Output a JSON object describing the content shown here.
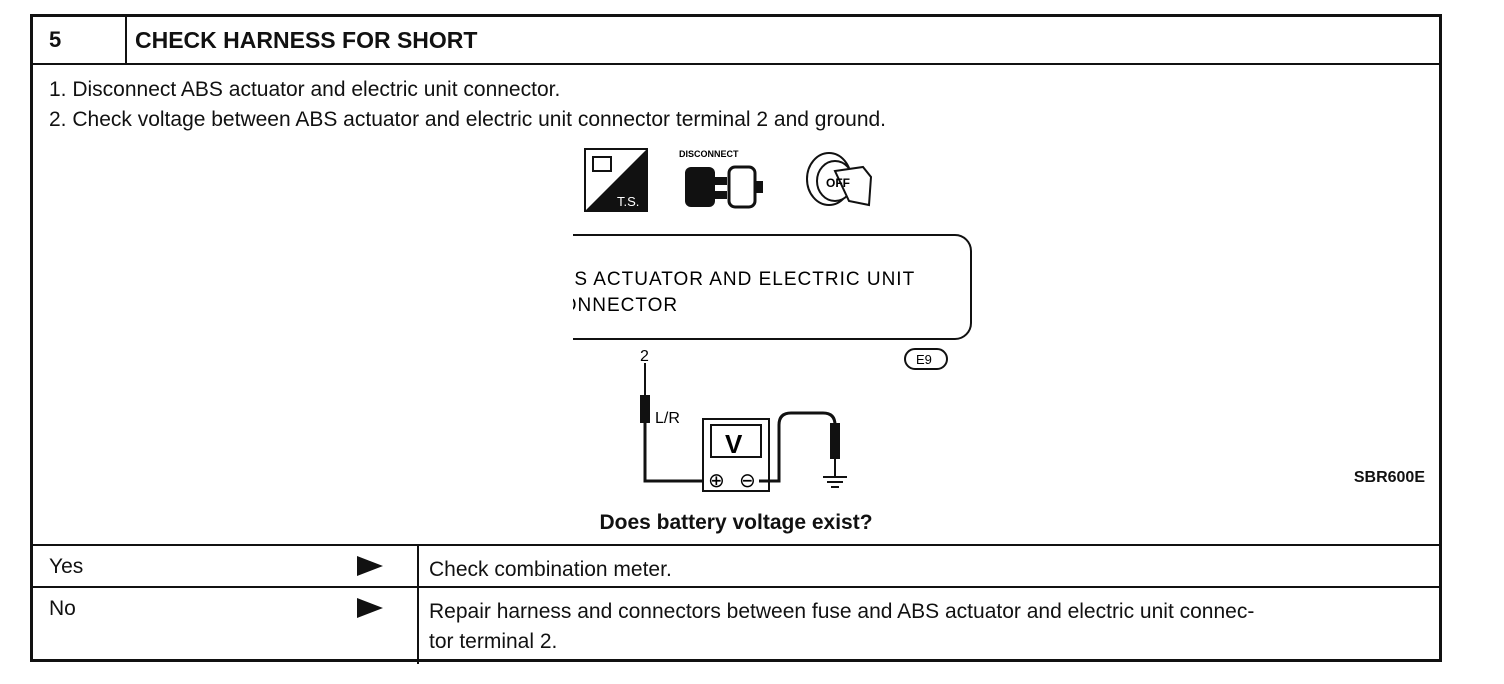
{
  "header": {
    "step": "5",
    "title": "CHECK HARNESS FOR SHORT"
  },
  "instructions": [
    "1.  Disconnect ABS actuator and electric unit connector.",
    "2.  Check voltage between ABS actuator and electric unit connector terminal 2 and ground."
  ],
  "diagram": {
    "icons": [
      "tool-tester-icon",
      "disconnect-connector-icon",
      "ignition-off-icon"
    ],
    "tester_label": "T.S.",
    "disconnect_label": "DISCONNECT",
    "ignition_label": "OFF",
    "connector_line1": "ABS ACTUATOR AND ELECTRIC UNIT",
    "connector_line2": "CONNECTOR",
    "terminal": "2",
    "connector_id": "E9",
    "wire_color": "L/R",
    "meter_label": "V",
    "plus_symbol": "⊕",
    "minus_symbol": "⊖"
  },
  "reference_code": "SBR600E",
  "question": "Does battery voltage exist?",
  "results": [
    {
      "answer": "Yes",
      "action": "Check combination meter."
    },
    {
      "answer": "No",
      "action": "Repair harness and connectors between fuse and ABS actuator and electric unit connec-\ntor terminal 2."
    }
  ]
}
